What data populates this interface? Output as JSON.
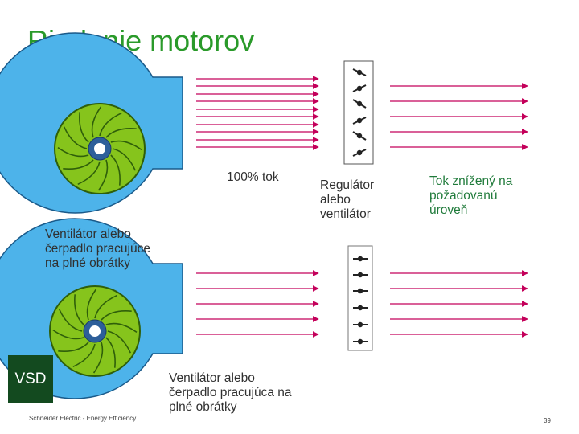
{
  "title": "Riadenie motorov",
  "labels": {
    "flow_full": "100% tok",
    "regulator": "Regulátor\nalebo\nventilátor",
    "flow_reduced": "Tok znížený na\npožadovanú\núroveň",
    "fan_top": "Ventilátor alebo\nčerpadlo pracujúce\nna plné obrátky",
    "fan_bottom": "Ventilátor alebo\nčerpadlo pracujúca na\nplné obrátky",
    "vsd": "VSD"
  },
  "footer": {
    "company": "Schneider Electric - Energy Efficiency",
    "page_number": "39"
  },
  "colors": {
    "title": "#2a9a2a",
    "housing": "#4db3ea",
    "impeller": "#86c41c",
    "hub": "#2d5f9a",
    "arrow": "#c4005a",
    "text_green": "#1f7a3a",
    "vsd_box": "#134a1f"
  }
}
